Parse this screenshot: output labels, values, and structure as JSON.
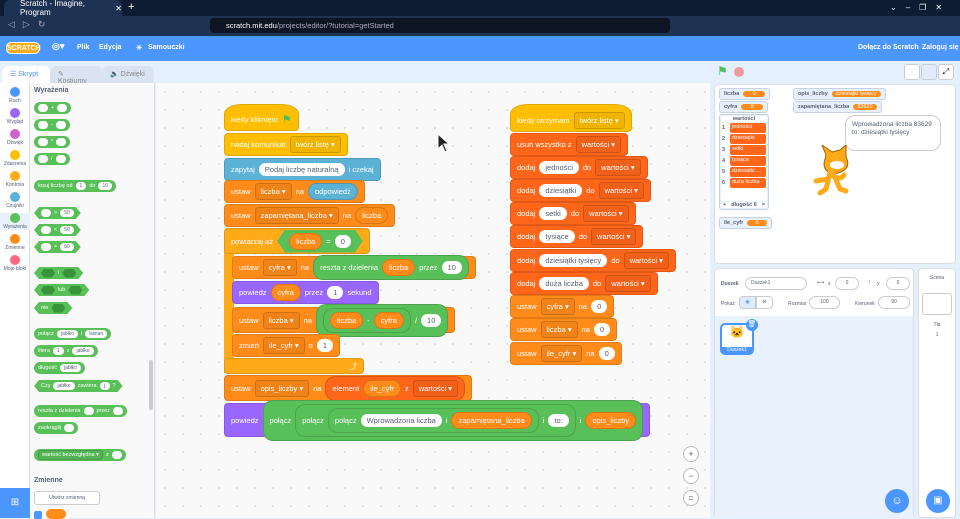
{
  "browser": {
    "tab_title": "Scratch - Imagine, Program",
    "url_host": "scratch.mit.edu",
    "url_path": "/projects/editor/?tutorial=getStarted"
  },
  "menu": {
    "logo": "SCRATCH",
    "file": "Plik",
    "edit": "Edycja",
    "tutorials": "Samouczki",
    "join": "Dołącz do Scratch",
    "signin": "Zaloguj się"
  },
  "tabs": {
    "code": "Skrypt",
    "costumes": "Kostiumy",
    "sounds": "Dźwięki"
  },
  "categories": [
    {
      "label": "Ruch",
      "color": "#4c97ff"
    },
    {
      "label": "Wygląd",
      "color": "#9966ff"
    },
    {
      "label": "Dźwięk",
      "color": "#cf63cf"
    },
    {
      "label": "Zdarzenia",
      "color": "#ffbf00"
    },
    {
      "label": "Kontrola",
      "color": "#ffab19"
    },
    {
      "label": "Czujniki",
      "color": "#5cb1d6"
    },
    {
      "label": "Wyrażenia",
      "color": "#59c059"
    },
    {
      "label": "Zmienne",
      "color": "#ff8c1a"
    },
    {
      "label": "Moje bloki",
      "color": "#ff6680"
    }
  ],
  "palette": {
    "heading": "Wyrażenia",
    "ops": [
      "+",
      "-",
      "*",
      "/"
    ],
    "random": {
      "a": "losuj liczbę od",
      "from": "1",
      "b": "do",
      "to": "10"
    },
    "compare": [
      {
        "op": ">",
        "v": "50"
      },
      {
        "op": "<",
        "v": "50"
      },
      {
        "op": "=",
        "v": "50"
      }
    ],
    "and": "i",
    "or": "lub",
    "not": "nie",
    "join": {
      "a": "połącz",
      "x": "jabłko",
      "b": "i",
      "y": "banan"
    },
    "letter": {
      "a": "litera",
      "n": "1",
      "b": "z",
      "x": "jabłko"
    },
    "length": {
      "a": "długość",
      "x": "jabłko"
    },
    "contains": {
      "a": "Czy",
      "x": "jabłko",
      "b": "zawiera",
      "y": "j",
      "c": "?"
    },
    "mod": {
      "a": "reszta z dzielenia",
      "b": "przez"
    },
    "round": "zaokrąglij",
    "abs": {
      "a": "wartość bezwzględna",
      "b": "z"
    },
    "vars_heading": "Zmienne",
    "make_var": "Utwórz zmienną"
  },
  "script1": [
    [
      "kiedy kliknięto",
      {
        "flag": "green-flag"
      }
    ],
    [
      "nadaj komunikat",
      {
        "d": "twórz listę"
      }
    ],
    [
      "zapytaj",
      {
        "i": "Podaj liczbę naturalną"
      },
      "i czekaj"
    ],
    [
      "ustaw",
      {
        "d": "liczba"
      },
      "na",
      {
        "r": "odpowiedź",
        "c": "sensing"
      }
    ],
    [
      "ustaw",
      {
        "d": "zapamiętana_liczba"
      },
      "na",
      {
        "r": "liczba",
        "c": "var"
      }
    ],
    [
      "powtarzaj aż",
      {
        "b": [
          {
            "r": "liczba",
            "c": "var"
          },
          "=",
          {
            "i": "0"
          }
        ]
      }
    ],
    [
      "ustaw",
      {
        "d": "cyfra"
      },
      "na",
      {
        "o": [
          "reszta z dzielenia",
          {
            "r": "liczba",
            "c": "var"
          },
          "przez",
          {
            "i": "10"
          }
        ]
      }
    ],
    [
      "powiedz",
      {
        "r": "cyfra",
        "c": "var"
      },
      "przez",
      {
        "i": "1"
      },
      "sekund"
    ],
    [
      "ustaw",
      {
        "d": "liczba"
      },
      "na",
      {
        "o": [
          {
            "o": [
              {
                "r": "liczba",
                "c": "var"
              },
              "-",
              {
                "r": "cyfra",
                "c": "var"
              }
            ]
          },
          "/",
          {
            "i": "10"
          }
        ]
      }
    ],
    [
      "zmień",
      {
        "d": "ile_cyfr"
      },
      "o",
      {
        "i": "1"
      }
    ],
    [
      {
        "loop": "↻"
      }
    ],
    [
      "ustaw",
      {
        "d": "opis_liczby"
      },
      "na",
      {
        "o": [
          "element",
          {
            "r": "ile_cyfr",
            "c": "var"
          },
          "z",
          {
            "d": "wartości"
          }
        ],
        "c": "list"
      }
    ],
    [
      "powiedz",
      {
        "o": [
          "połącz",
          {
            "o": [
              "połącz",
              {
                "o": [
                  "połącz",
                  {
                    "i": "Wprowadzona liczba"
                  },
                  "i",
                  {
                    "r": "zapamiętana_liczba",
                    "c": "var"
                  }
                ]
              },
              "i",
              {
                "i": "to:"
              }
            ]
          },
          "i",
          {
            "r": "opis_liczby",
            "c": "var"
          }
        ]
      }
    ]
  ],
  "script2": [
    [
      "kiedy otrzymam",
      {
        "d": "twórz listę"
      }
    ],
    [
      "usuń wszystko z",
      {
        "d": "wartości"
      }
    ],
    [
      "dodaj",
      {
        "i": "jedności"
      },
      "do",
      {
        "d": "wartości"
      }
    ],
    [
      "dodaj",
      {
        "i": "dziesiątki"
      },
      "do",
      {
        "d": "wartości"
      }
    ],
    [
      "dodaj",
      {
        "i": "setki"
      },
      "do",
      {
        "d": "wartości"
      }
    ],
    [
      "dodaj",
      {
        "i": "tysiące"
      },
      "do",
      {
        "d": "wartości"
      }
    ],
    [
      "dodaj",
      {
        "i": "dziesiątki tysięcy"
      },
      "do",
      {
        "d": "wartości"
      }
    ],
    [
      "dodaj",
      {
        "i": "duża liczba"
      },
      "do",
      {
        "d": "wartości"
      }
    ],
    [
      "ustaw",
      {
        "d": "cyfra"
      },
      "na",
      {
        "i": "0"
      }
    ],
    [
      "ustaw",
      {
        "d": "liczba"
      },
      "na",
      {
        "i": "0"
      }
    ],
    [
      "ustaw",
      {
        "d": "ile_cyfr"
      },
      "na",
      {
        "i": "0"
      }
    ]
  ],
  "colors": {
    "events": "#ffbf00",
    "control": "#ffab19",
    "sensing": "#5cb1d6",
    "var": "#ff8c1a",
    "list": "#ff661a",
    "looks": "#9966ff",
    "operators": "#59c059",
    "accent": "#4c97ff"
  },
  "monitors": {
    "liczba": {
      "name": "liczba",
      "value": "0"
    },
    "cyfra": {
      "name": "cyfra",
      "value": "8"
    },
    "opis": {
      "name": "opis_liczby",
      "value": "dziesiątki tysięcy"
    },
    "zap": {
      "name": "zapamiętana_liczba",
      "value": "83629"
    },
    "ile": {
      "name": "ile_cyfr",
      "value": "5"
    },
    "list": {
      "name": "wartości",
      "items": [
        "jedności",
        "dziesiątki",
        "setki",
        "tysiące",
        "dziesiątki ...",
        "duża liczba"
      ],
      "add": "+",
      "length": "długość 6",
      "resize": "="
    }
  },
  "speech": "Wprowadzona liczba 83629 to: dziesiątki tysięcy",
  "sprite": {
    "label": "Duszek",
    "name": "Duszek1",
    "x_label": "x",
    "x": "0",
    "y_label": "y",
    "y": "0",
    "show_label": "Pokaż",
    "size_label": "Rozmiar",
    "size": "100",
    "dir_label": "Kierunek",
    "dir": "90",
    "thumb": "Duszek1"
  },
  "stage_panel": {
    "title": "Scena",
    "bg_label": "Tła",
    "bg_count": "1"
  }
}
